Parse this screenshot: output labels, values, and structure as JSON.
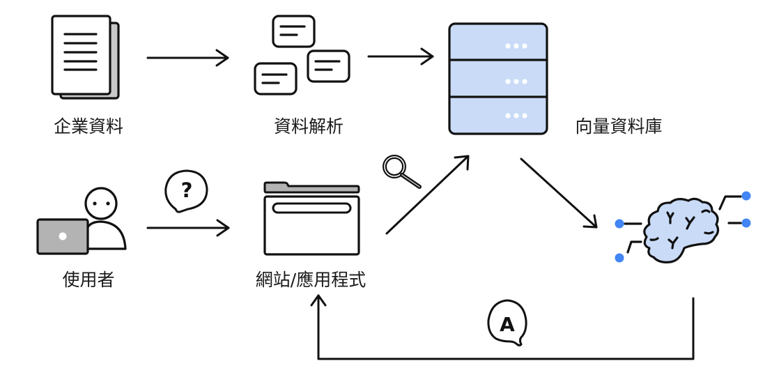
{
  "diagram": {
    "title": "",
    "colors": {
      "stroke": "#111111",
      "db_fill": "#c9dbf7",
      "brain_fill": "#c9dbf7",
      "node_blue": "#4285f4",
      "gray_fill": "#b3b3b3",
      "page_back": "#c8c8c8"
    },
    "nodes": {
      "enterprise_data": {
        "label": "企業資料",
        "icon": "document-stack-icon"
      },
      "data_parsing": {
        "label": "資料解析",
        "icon": "text-chunks-icon"
      },
      "vector_db": {
        "label": "向量資料庫",
        "icon": "database-server-icon"
      },
      "user": {
        "label": "使用者",
        "icon": "user-laptop-icon"
      },
      "web_app": {
        "label": "網站/應用程式",
        "icon": "browser-window-icon"
      },
      "llm": {
        "label": "",
        "icon": "ai-brain-icon"
      }
    },
    "badges": {
      "question": {
        "glyph": "?",
        "icon": "question-bubble-icon"
      },
      "answer": {
        "glyph": "A",
        "icon": "answer-bubble-icon"
      },
      "search": {
        "icon": "magnifier-icon"
      }
    },
    "edges": [
      {
        "from": "enterprise_data",
        "to": "data_parsing"
      },
      {
        "from": "data_parsing",
        "to": "vector_db"
      },
      {
        "from": "user",
        "to": "web_app",
        "badge": "question"
      },
      {
        "from": "web_app",
        "to": "vector_db",
        "badge": "search"
      },
      {
        "from": "vector_db",
        "to": "llm"
      },
      {
        "from": "llm",
        "to": "web_app",
        "badge": "answer"
      }
    ]
  }
}
